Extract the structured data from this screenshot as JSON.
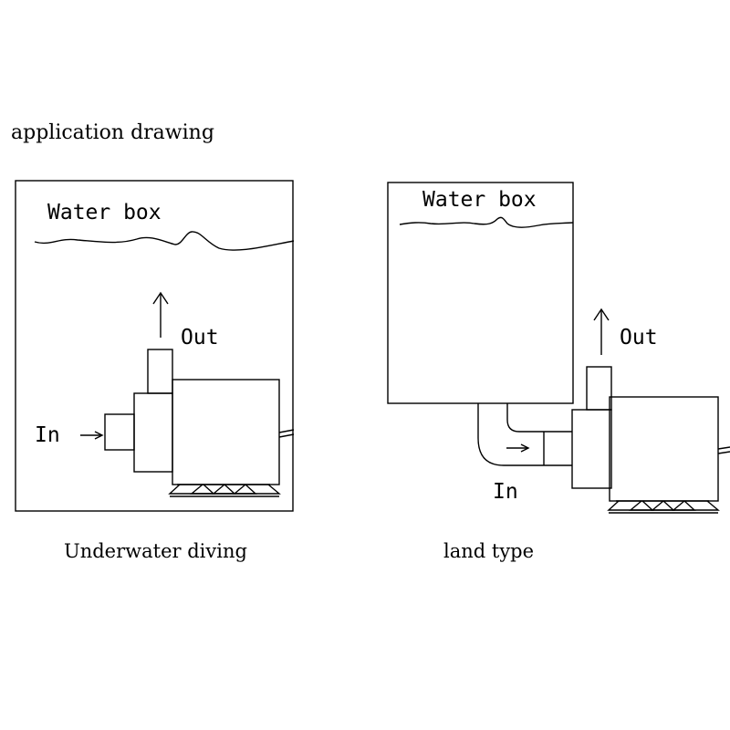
{
  "title": "application drawing",
  "underwater": {
    "box_label": "Water box",
    "out_label": "Out",
    "in_label": "In",
    "caption": "Underwater diving"
  },
  "land": {
    "box_label": "Water box",
    "out_label": "Out",
    "in_label": "In",
    "caption": "land type"
  }
}
